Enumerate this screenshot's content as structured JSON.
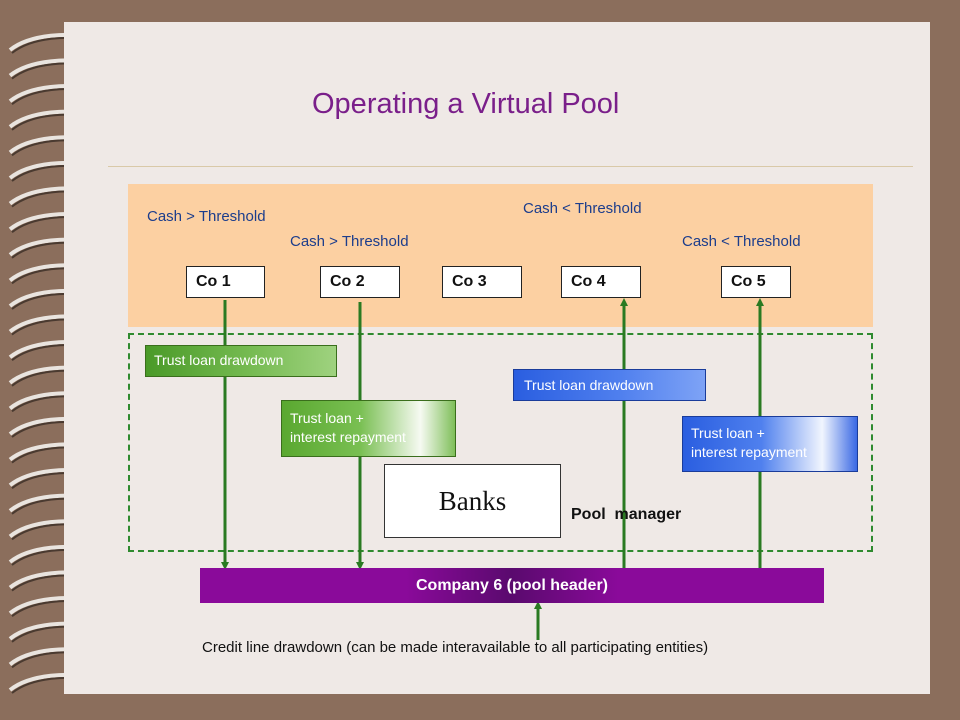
{
  "title": "Operating a Virtual Pool",
  "threshold_labels": {
    "co1": "Cash > Threshold",
    "co2": "Cash > Threshold",
    "co4": "Cash < Threshold",
    "co5": "Cash < Threshold"
  },
  "companies": [
    "Co 1",
    "Co 2",
    "Co 3",
    "Co 4",
    "Co 5"
  ],
  "flows": {
    "co1": "Trust loan drawdown",
    "co2_line1": "Trust loan +",
    "co2_line2": "interest repayment",
    "co4": "Trust loan drawdown",
    "co5_line1": "Trust loan +",
    "co5_line2": "interest repayment"
  },
  "banks": "Banks",
  "pool_manager": "Pool  manager",
  "pool_header": "Company 6 (pool header)",
  "credit_line": "Credit line drawdown (can be made interavailable to all participating entities)",
  "colors": {
    "title": "#7a1f8a",
    "green_flow": "#4a9a28",
    "blue_flow": "#2a5ee0",
    "pool_header": "#8a0a9a",
    "arrow": "#2a7a22"
  }
}
